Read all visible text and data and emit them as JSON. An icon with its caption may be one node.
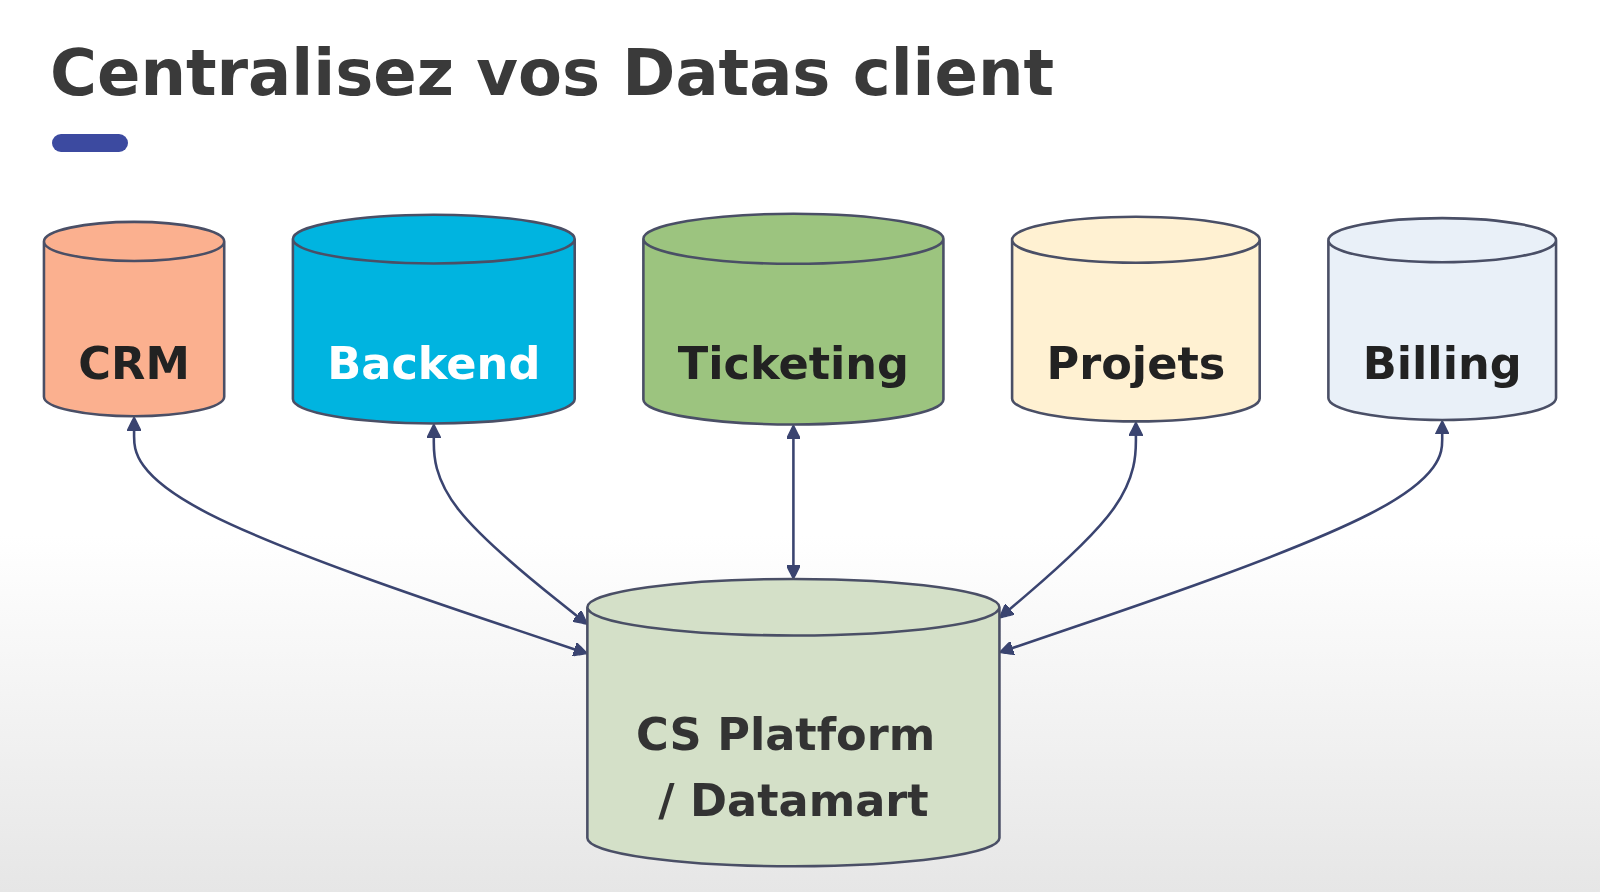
{
  "diagram": {
    "title": "Centralisez vos Datas client",
    "nodes": [
      {
        "text": [
          "CRM"
        ]
      },
      {
        "text": [
          "Backend"
        ]
      },
      {
        "text": [
          "Ticketing"
        ]
      },
      {
        "text": [
          "Projets"
        ]
      },
      {
        "text": [
          "Billing"
        ]
      },
      {
        "text": [
          "CS Platform / Datamart"
        ]
      }
    ],
    "edges": [
      {
        "from": 0,
        "to": 5,
        "arrow": "both"
      },
      {
        "from": 1,
        "to": 5,
        "arrow": "both"
      },
      {
        "from": 2,
        "to": 5,
        "arrow": "both"
      },
      {
        "from": 3,
        "to": 5,
        "arrow": "both"
      },
      {
        "from": 4,
        "to": 5,
        "arrow": "both"
      }
    ]
  }
}
